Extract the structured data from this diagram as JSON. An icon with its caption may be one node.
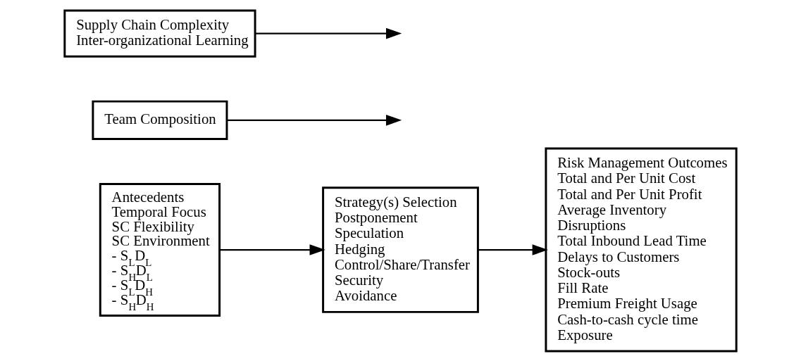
{
  "diagram": {
    "nodes": [
      {
        "text": [
          "Antecedents",
          "Temporal Focus",
          "SC Flexibility",
          "SC Environment",
          "- S$_{L}$D$_{L}$",
          "- S$_{H}$D$_{L}$",
          "- S$_{L}$D$_{H}$",
          "- S$_{H}$D$_{H}$"
        ]
      },
      {
        "text": [
          "Strategy(s) Selection",
          "Postponement",
          "Speculation",
          "Hedging",
          "Control/Share/Transfer",
          "Security",
          "Avoidance"
        ]
      },
      {
        "text": [
          "Team Composition"
        ]
      },
      {
        "text": [
          "Risk Management Outcomes",
          "Total and Per Unit Cost",
          "Total and Per Unit Profit",
          "Average Inventory",
          "Disruptions",
          "Total Inbound Lead Time",
          "Delays to Customers",
          "Stock-outs",
          "Fill Rate",
          "Premium Freight Usage",
          "Cash-to-cash cycle time",
          "Exposure"
        ]
      },
      {
        "text": [
          "Supply Chain Complexity",
          "Inter-organizational Learning"
        ]
      }
    ],
    "edges": [
      {
        "from": 0,
        "to": 1,
        "arrow": "to"
      },
      {
        "from": 2,
        "to": null,
        "arrow": "to"
      },
      {
        "from": 1,
        "to": 3,
        "arrow": "to"
      },
      {
        "from": 4,
        "to": null,
        "arrow": "to"
      }
    ]
  }
}
